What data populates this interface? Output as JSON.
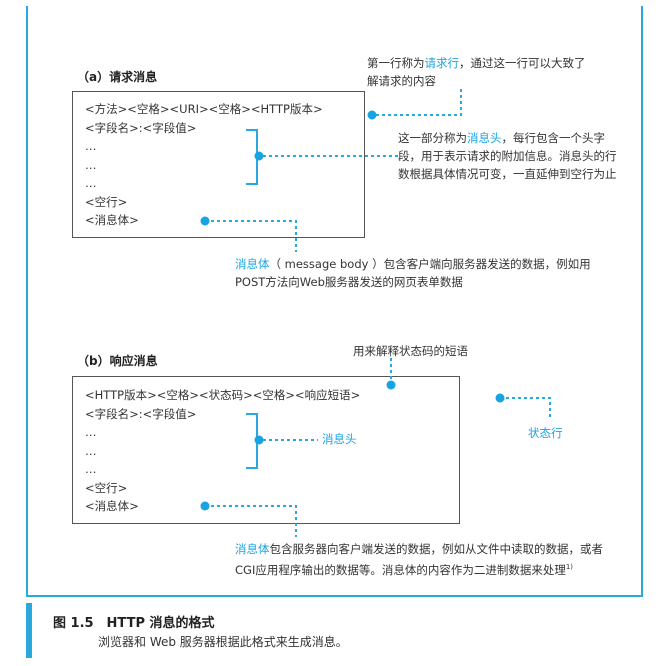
{
  "section_a": {
    "title": "（a）请求消息",
    "lines": [
      "<方法><空格><URI><空格><HTTP版本>",
      "<字段名>:<字段值>",
      "…",
      "…",
      "…",
      "<空行>",
      "<消息体>"
    ],
    "note_request_line": {
      "pre": "第一行称为",
      "hl": "请求行",
      "post": "，通过这一行可以大致了解请求的内容"
    },
    "note_header": {
      "pre": "这一部分称为",
      "hl": "消息头",
      "post": "，每行包含一个头字段，用于表示请求的附加信息。消息头的行数根据具体情况可变，一直延伸到空行为止"
    },
    "note_body": {
      "hl": "消息体",
      "post": "（ message body ）包含客户端向服务器发送的数据，例如用POST方法向Web服务器发送的网页表单数据"
    }
  },
  "section_b": {
    "title": "（b）响应消息",
    "lines": [
      "<HTTP版本><空格><状态码><空格><响应短语>",
      "<字段名>:<字段值>",
      "…",
      "…",
      "…",
      "<空行>",
      "<消息体>"
    ],
    "note_phrase": "用来解释状态码的短语",
    "label_status_line": "状态行",
    "label_header": "消息头",
    "note_body": {
      "hl": "消息体",
      "post": "包含服务器向客户端发送的数据，例如从文件中读取的数据，或者CGI应用程序输出的数据等。消息体的内容作为二进制数据来处理",
      "sup": "1)"
    }
  },
  "caption": {
    "title": "图 1.5　HTTP 消息的格式",
    "subtitle": "浏览器和 Web 服务器根据此格式来生成消息。"
  },
  "colors": {
    "accent": "#29a8e0",
    "text": "#222222",
    "box_border": "#555555"
  }
}
